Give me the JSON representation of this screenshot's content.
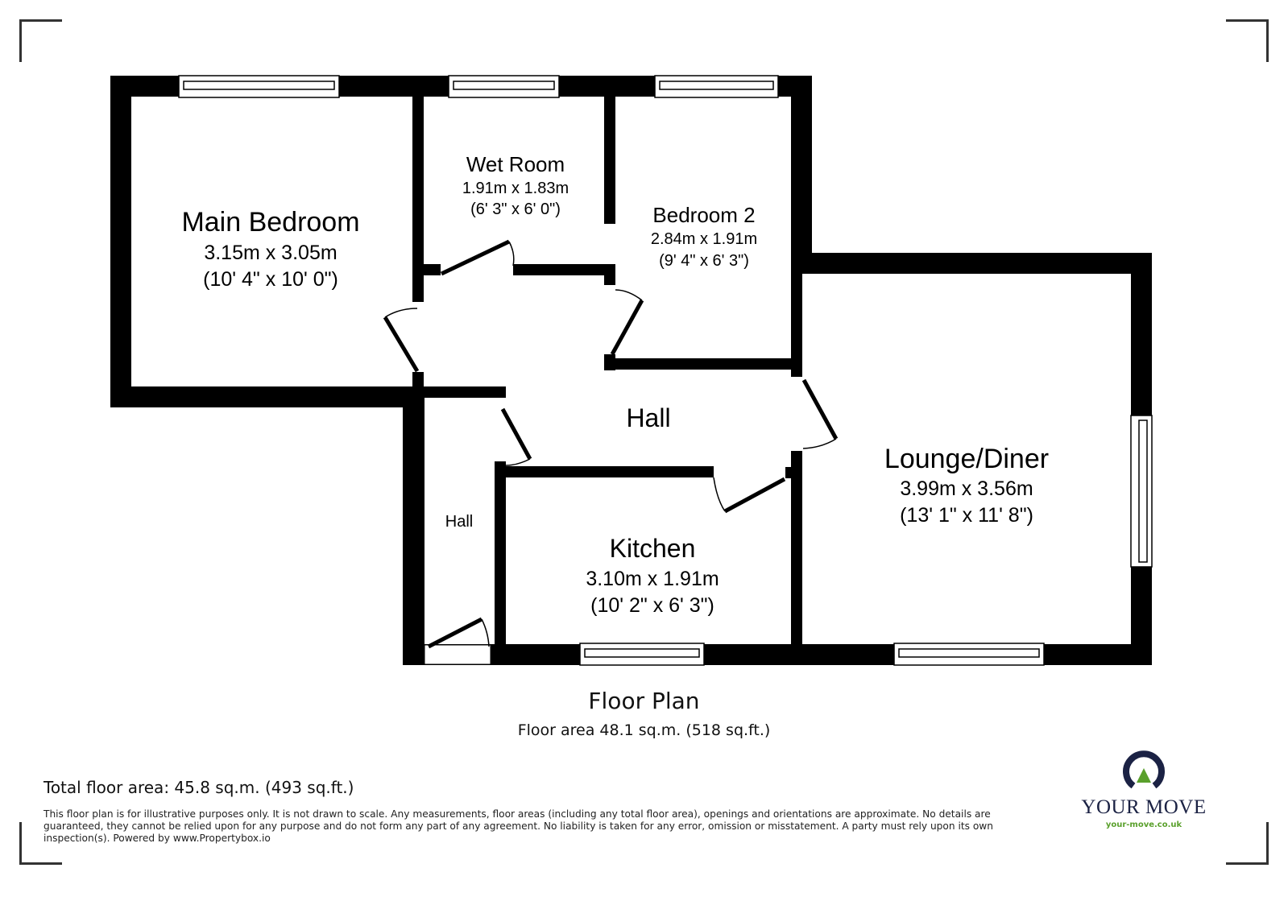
{
  "plan": {
    "title": "Floor Plan",
    "floor_area": "Floor area 48.1 sq.m. (518 sq.ft.)"
  },
  "rooms": {
    "main_bedroom": {
      "name": "Main Bedroom",
      "metric": "3.15m x 3.05m",
      "imperial": "(10' 4\" x 10' 0\")"
    },
    "wet_room": {
      "name": "Wet Room",
      "metric": "1.91m x 1.83m",
      "imperial": "(6' 3\" x 6' 0\")"
    },
    "bedroom_2": {
      "name": "Bedroom 2",
      "metric": "2.84m x 1.91m",
      "imperial": "(9' 4\" x 6' 3\")"
    },
    "lounge_diner": {
      "name": "Lounge/Diner",
      "metric": "3.99m x 3.56m",
      "imperial": "(13' 1\" x 11' 8\")"
    },
    "kitchen": {
      "name": "Kitchen",
      "metric": "3.10m x 1.91m",
      "imperial": "(10' 2\" x 6' 3\")"
    },
    "hall_main": {
      "name": "Hall"
    },
    "hall_side": {
      "name": "Hall"
    }
  },
  "footer": {
    "total_area": "Total floor area: 45.8 sq.m. (493 sq.ft.)",
    "disclaimer": "This floor plan is for illustrative purposes only. It is not drawn to scale. Any measurements, floor areas (including any total floor area), openings and orientations are approximate. No details are guaranteed, they cannot be relied upon for any purpose and do not form any part of any agreement. No liability is taken for any error, omission or misstatement. A party must rely upon its own inspection(s). Powered by www.Propertybox.io"
  },
  "logo": {
    "wordmark": "YOUR MOVE",
    "url": "your-move.co.uk",
    "colors": {
      "navy": "#1b2244",
      "green": "#5aa02c"
    }
  }
}
